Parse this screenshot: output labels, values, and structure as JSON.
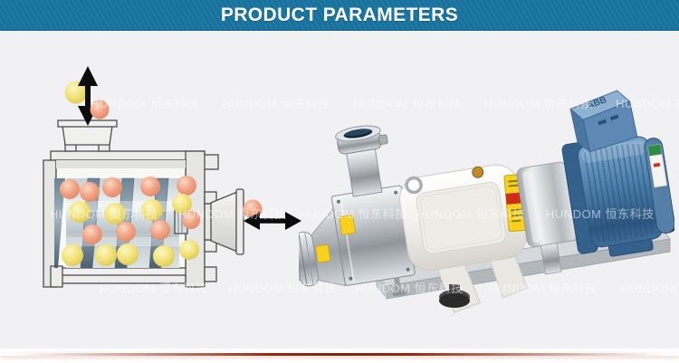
{
  "page": {
    "background": "#ffffff",
    "body_background": "#f1f0f2"
  },
  "header": {
    "title": "PRODUCT PARAMETERS",
    "bg_color": "#16719d",
    "text_color": "#ffffff"
  },
  "watermark": {
    "text": "HUNDOM 恒东科技"
  },
  "divider": {
    "color": "#8e2b12"
  },
  "diagram": {
    "name": "screw-pump-cross-section-diagram",
    "inlet_arrow_icon": "vertical-double-arrow-icon",
    "outlet_arrow_icon": "horizontal-double-arrow-icon",
    "particle_color_yellow": "#f0e278",
    "particle_color_orange": "#f2a283",
    "casing_color": "#ececea",
    "screw_blade_color": "#6e8494"
  },
  "photo": {
    "name": "stainless-steel-screw-pump-product-photo",
    "motor_brand": "ABB",
    "motor_color": "#4a7dab",
    "pump_body_color": "#f3f2ee",
    "warning_label_color": "#f7d11e",
    "frame_color": "#c9cdd0"
  }
}
